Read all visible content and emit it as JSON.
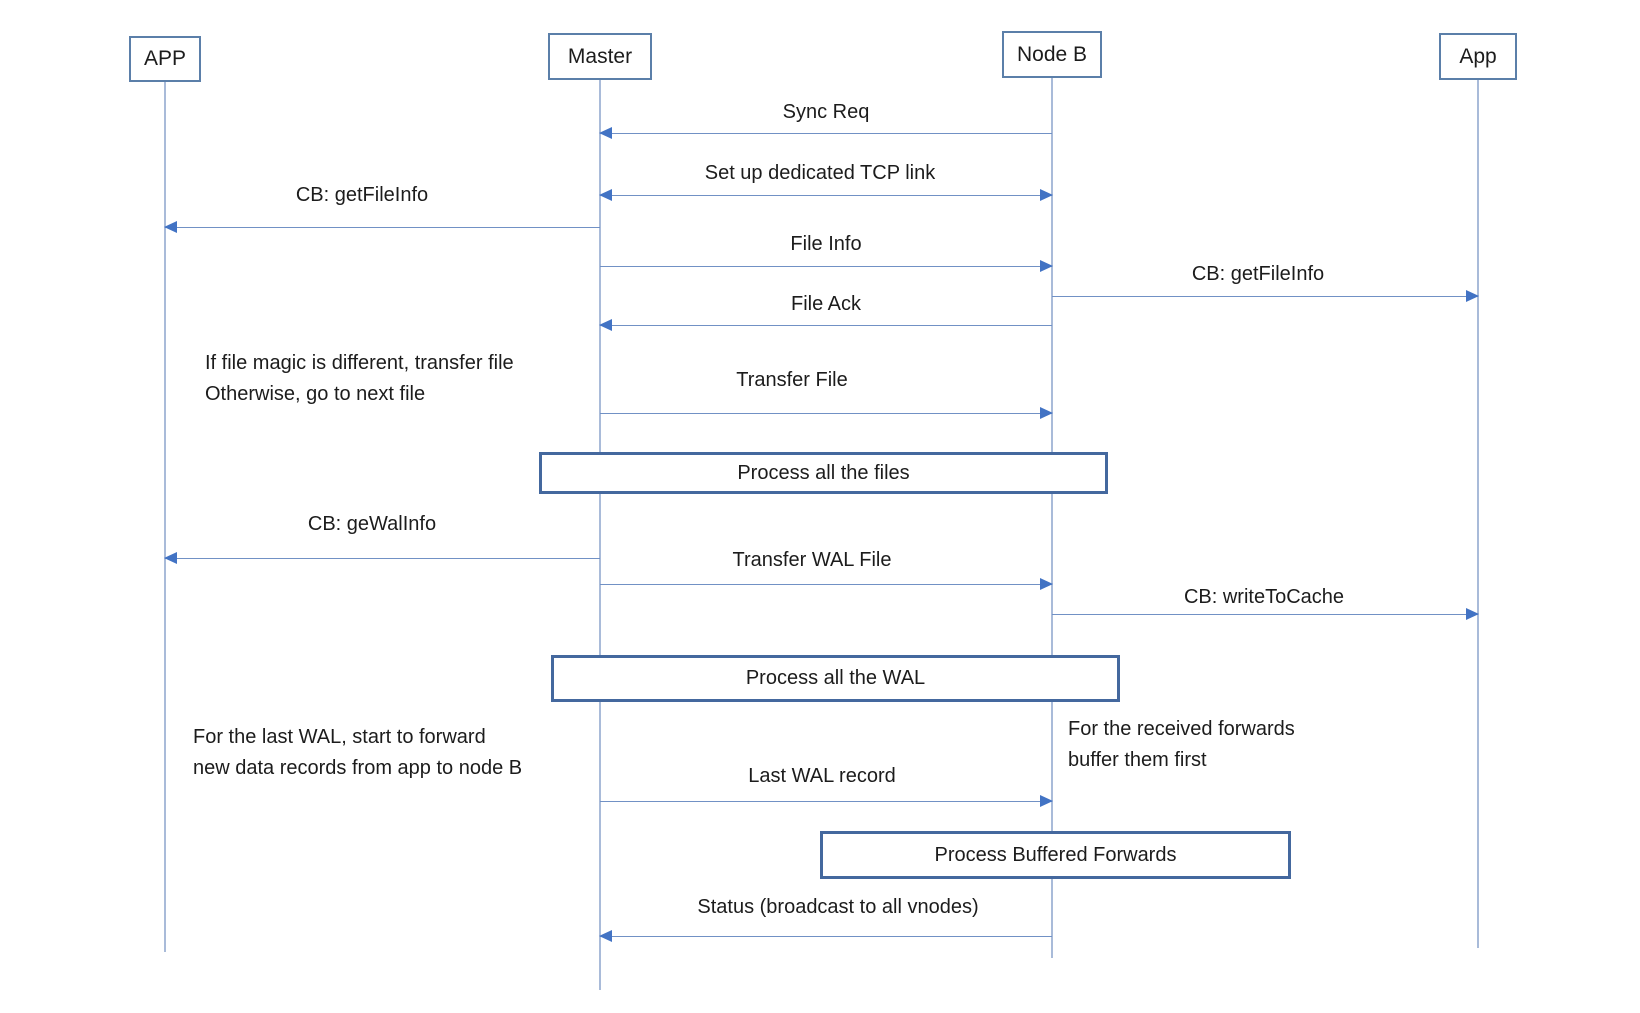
{
  "colors": {
    "background": "#ffffff",
    "text": "#1c1c1c",
    "actor_border": "#5b7fa9",
    "process_border": "#44689e",
    "lifeline": "#a9bbd9",
    "arrow_line": "#7191c5",
    "arrow_head": "#4273c4"
  },
  "actors": [
    {
      "label": "APP"
    },
    {
      "label": "Master"
    },
    {
      "label": "Node B"
    },
    {
      "label": "App"
    }
  ],
  "messages": [
    {
      "label": "Sync Req",
      "from": "Node B",
      "to": "Master"
    },
    {
      "label": "Set up dedicated TCP link",
      "from": "Master",
      "to": "Node B",
      "bidirectional": true
    },
    {
      "label": "CB: getFileInfo",
      "from": "Master",
      "to": "APP"
    },
    {
      "label": "File Info",
      "from": "Master",
      "to": "Node B"
    },
    {
      "label": "CB: getFileInfo",
      "from": "Node B",
      "to": "App"
    },
    {
      "label": "File Ack",
      "from": "Node B",
      "to": "Master"
    },
    {
      "label": "Transfer File",
      "from": "Master",
      "to": "Node B"
    },
    {
      "label": "CB: geWalInfo",
      "from": "Master",
      "to": "APP"
    },
    {
      "label": "Transfer WAL File",
      "from": "Master",
      "to": "Node B"
    },
    {
      "label": "CB: writeToCache",
      "from": "Node B",
      "to": "App"
    },
    {
      "label": "Last WAL record",
      "from": "Master",
      "to": "Node B"
    },
    {
      "label": "Status (broadcast to all vnodes)",
      "from": "Node B",
      "to": "Master"
    }
  ],
  "process_boxes": [
    {
      "label": "Process all the files"
    },
    {
      "label": "Process all the WAL"
    },
    {
      "label": "Process Buffered Forwards"
    }
  ],
  "notes": [
    {
      "text": "If file magic is different, transfer file\nOtherwise, go to next file"
    },
    {
      "text": "For the last WAL, start to forward\nnew data records from app to node B"
    },
    {
      "text": "For the received forwards\nbuffer them first"
    }
  ]
}
